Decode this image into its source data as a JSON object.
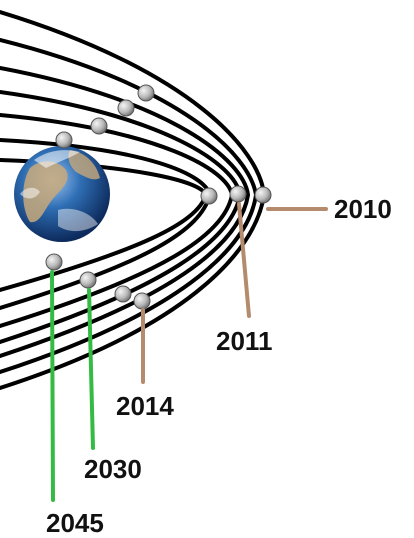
{
  "labels": {
    "l2010": "2010",
    "l2011": "2011",
    "l2014": "2014",
    "l2030": "2030",
    "l2045": "2045"
  },
  "colors": {
    "orbit": "#000000",
    "leader_brown": "#b58b6e",
    "leader_green": "#33bb44",
    "ocean": "#2f6fb5",
    "land": "#c8a97a",
    "moon": "#c8c8c8"
  },
  "icons": {
    "earth": "earth-globe-icon",
    "asteroid": "asteroid-sphere-icon"
  }
}
